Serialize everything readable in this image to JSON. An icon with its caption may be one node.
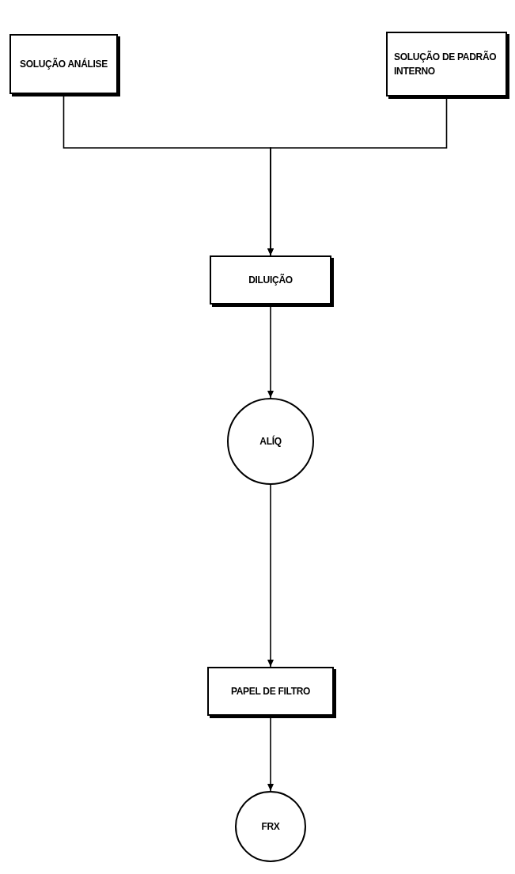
{
  "diagram": {
    "nodes": [
      {
        "text": [
          "SOLUÇÃO ANÁLISE"
        ]
      },
      {
        "text": [
          "SOLUÇÃO DE PADRÃO INTERNO"
        ]
      },
      {
        "text": [
          "DILUIÇÃO"
        ]
      },
      {
        "text": [
          "ALÍQ"
        ]
      },
      {
        "text": [
          "PAPEL DE FILTRO"
        ]
      },
      {
        "text": [
          "FRX"
        ]
      }
    ],
    "edges": [
      {
        "from": 0,
        "to": 2,
        "arrow": "to"
      },
      {
        "from": 1,
        "to": 2,
        "arrow": "to"
      },
      {
        "from": 2,
        "to": 3,
        "arrow": "to"
      },
      {
        "from": 3,
        "to": 4,
        "arrow": "to"
      },
      {
        "from": 4,
        "to": 5,
        "arrow": "to"
      }
    ]
  }
}
